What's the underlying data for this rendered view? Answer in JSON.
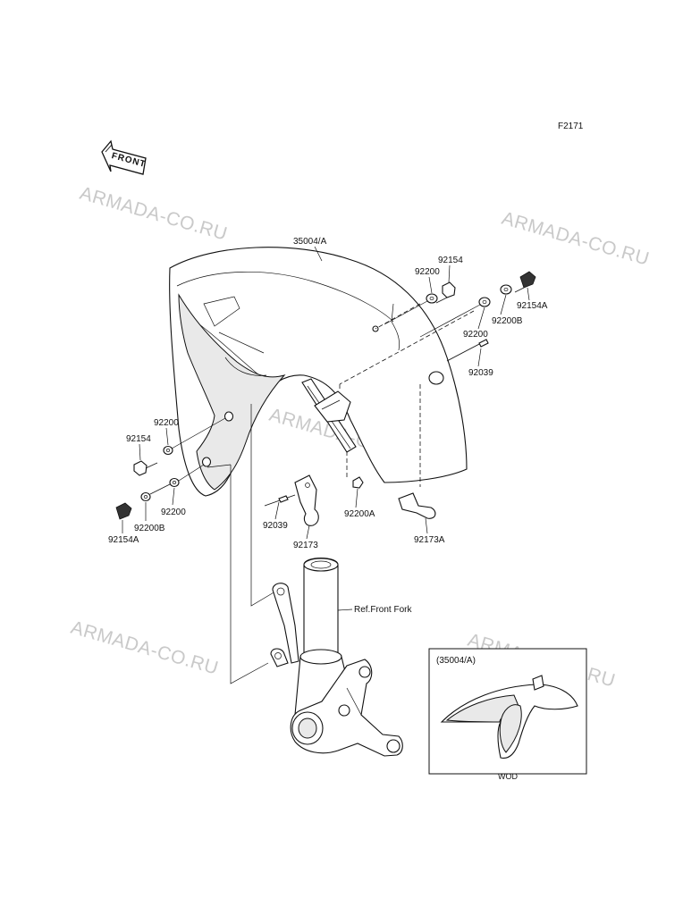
{
  "figure_code": "F2171",
  "front_label": "FRONT",
  "watermark": "ARMADA-CO.RU",
  "labels": {
    "fender": "35004/A",
    "bolt_92154_upper": "92154",
    "washer_92200_upper_a": "92200",
    "washer_92200B_upper": "92200B",
    "bolt_92154A_upper": "92154A",
    "washer_92200_upper_b": "92200",
    "tie_92039_right": "92039",
    "washer_92200_left_a": "92200",
    "bolt_92154_left": "92154",
    "washer_92200_left_b": "92200",
    "washer_92200B_left": "92200B",
    "bolt_92154A_left": "92154A",
    "tie_92039_left": "92039",
    "clamp_92173": "92173",
    "nut_92200A": "92200A",
    "clamp_92173A": "92173A",
    "ref_front_fork": "Ref.Front Fork"
  },
  "inset": {
    "label": "(35004/A)",
    "caption": "WOD"
  }
}
